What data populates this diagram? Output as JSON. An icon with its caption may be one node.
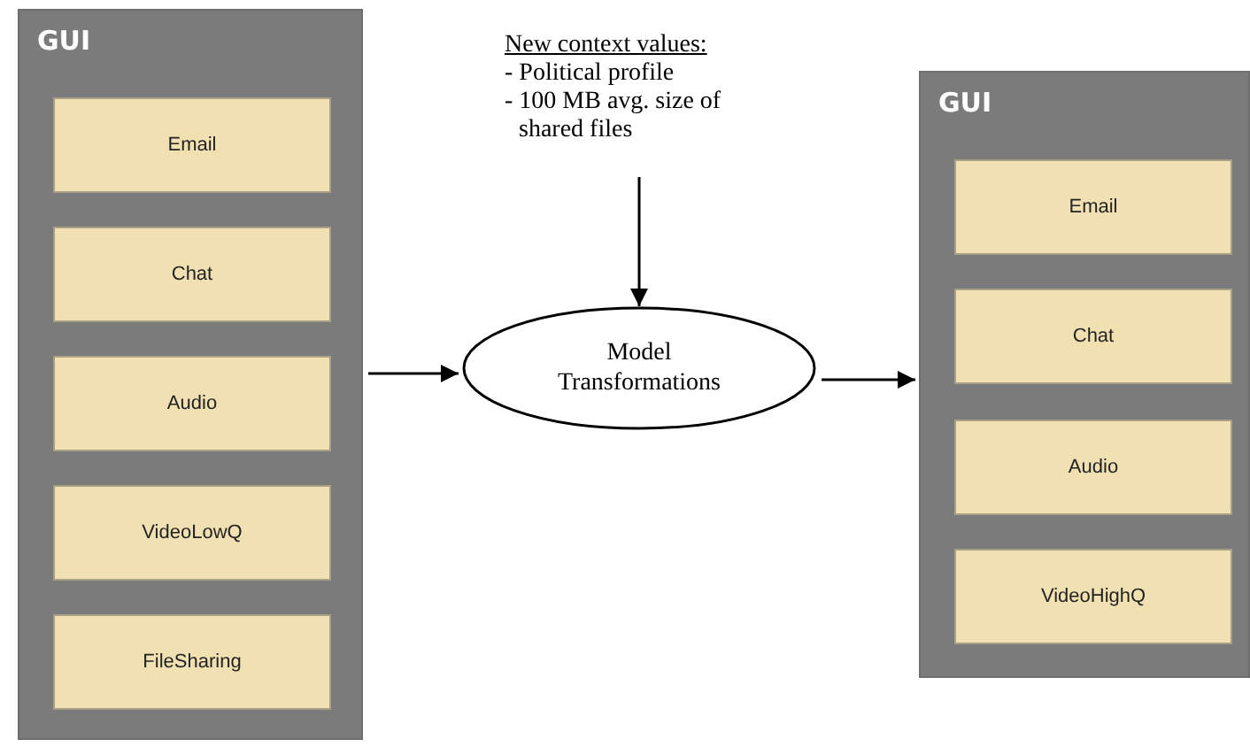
{
  "diagram": {
    "nodes": [
      {
        "text": [
          "GUI"
        ]
      },
      {
        "text": [
          "Email"
        ],
        "in": 0
      },
      {
        "text": [
          "Chat"
        ],
        "in": 0
      },
      {
        "text": [
          "Audio"
        ],
        "in": 0
      },
      {
        "text": [
          "VideoLowQ"
        ],
        "in": 0
      },
      {
        "text": [
          "FileSharing"
        ],
        "in": 0
      },
      {
        "text": [
          "New context values:",
          "- Political profile",
          "- 100 MB avg. size of shared files"
        ]
      },
      {
        "text": [
          "Model Transformations"
        ]
      },
      {
        "text": [
          "GUI"
        ]
      },
      {
        "text": [
          "Email"
        ],
        "in": 8
      },
      {
        "text": [
          "Chat"
        ],
        "in": 8
      },
      {
        "text": [
          "Audio"
        ],
        "in": 8
      },
      {
        "text": [
          "VideoHighQ"
        ],
        "in": 8
      }
    ],
    "edges": [
      {
        "from": 0,
        "to": 7,
        "arrow": "to"
      },
      {
        "from": 6,
        "to": 7,
        "arrow": "to"
      },
      {
        "from": 7,
        "to": 8,
        "arrow": "to"
      }
    ]
  }
}
